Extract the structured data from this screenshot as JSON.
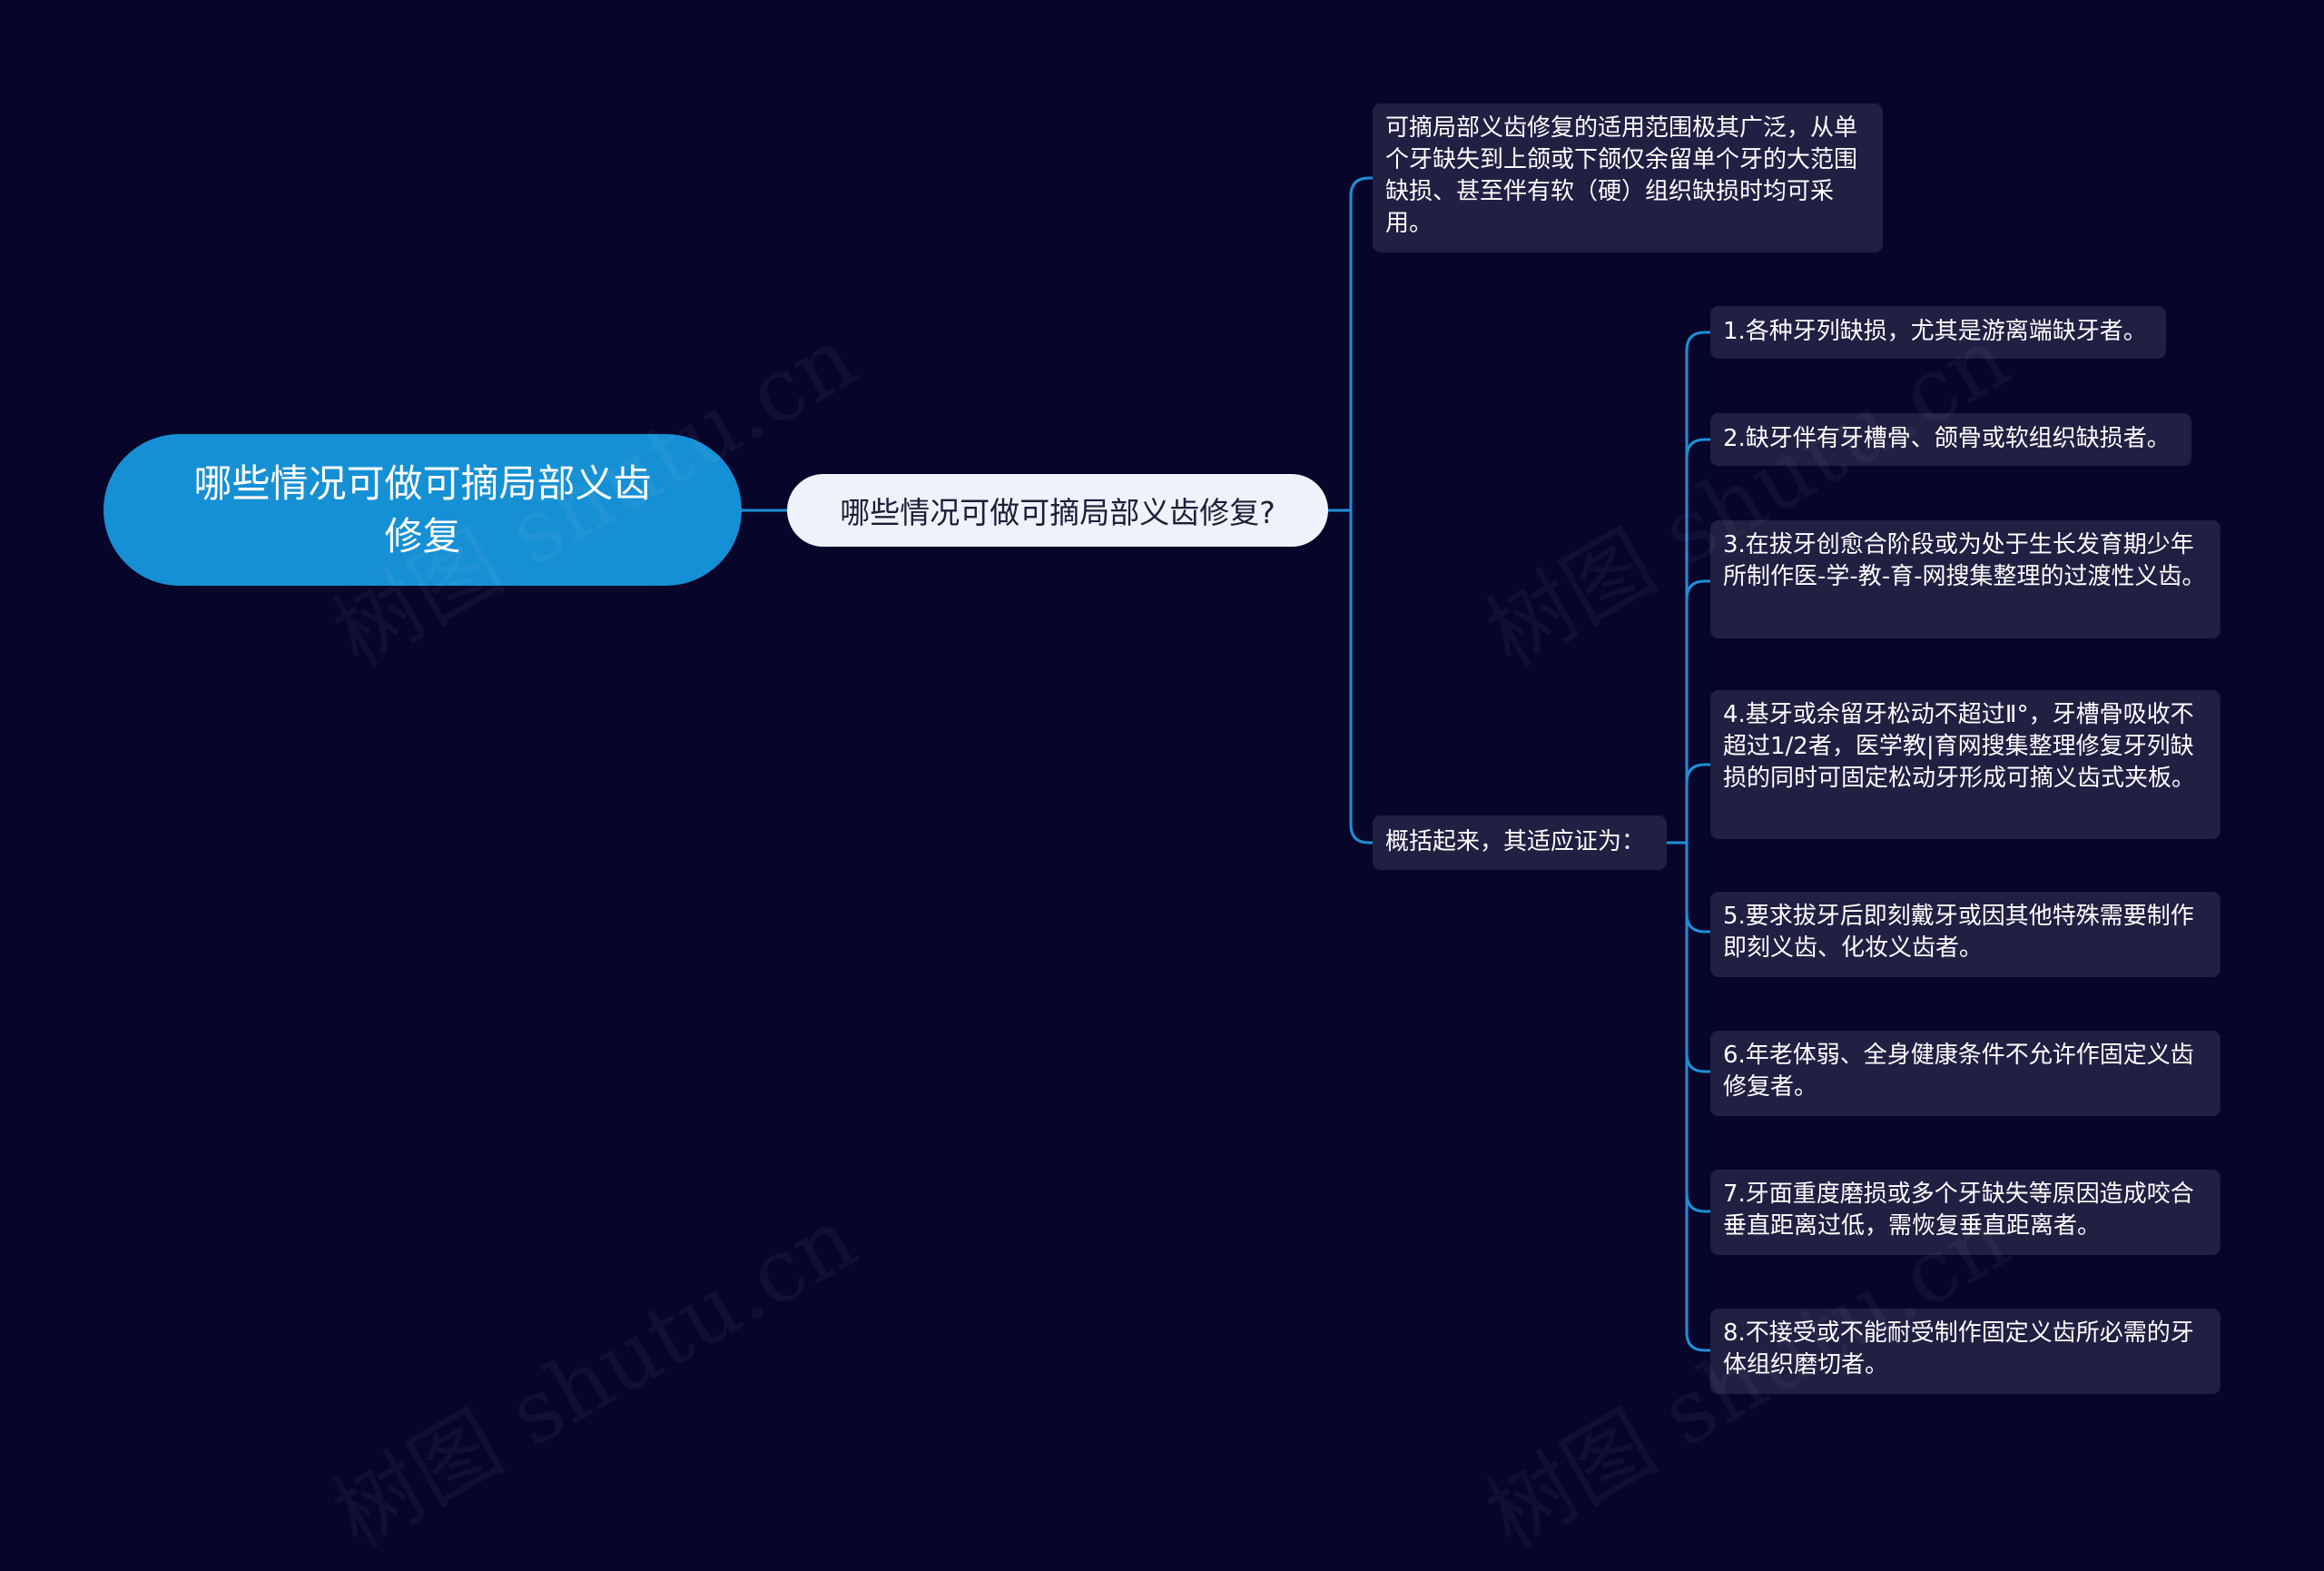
{
  "root": {
    "label": "哪些情况可做可摘局部义齿修复"
  },
  "level1": {
    "label": "哪些情况可做可摘局部义齿修复?"
  },
  "scope": {
    "text": "可摘局部义齿修复的适用范围极其广泛，从单个牙缺失到上颌或下颌仅余留单个牙的大范围缺损、甚至伴有软（硬）组织缺损时均可采用。"
  },
  "summary": {
    "label": "概括起来，其适应证为："
  },
  "indications": [
    "1.各种牙列缺损，尤其是游离端缺牙者。",
    "2.缺牙伴有牙槽骨、颌骨或软组织缺损者。",
    "3.在拔牙创愈合阶段或为处于生长发育期少年所制作医-学-教-育-网搜集整理的过渡性义齿。",
    "4.基牙或余留牙松动不超过Ⅱ°，牙槽骨吸收不超过1/2者，医学教|育网搜集整理修复牙列缺损的同时可固定松动牙形成可摘义齿式夹板。",
    "5.要求拔牙后即刻戴牙或因其他特殊需要制作即刻义齿、化妆义齿者。",
    "6.年老体弱、全身健康条件不允许作固定义齿修复者。",
    "7.牙面重度磨损或多个牙缺失等原因造成咬合垂直距离过低，需恢复垂直距离者。",
    "8.不接受或不能耐受制作固定义齿所必需的牙体组织磨切者。"
  ],
  "watermark": {
    "text": "树图 shutu.cn"
  },
  "colors": {
    "background": "#08052b",
    "root_fill": "#1690d4",
    "level1_fill": "#eef3fb",
    "card_fill": "#211f42",
    "connector": "#1e8fd6"
  }
}
